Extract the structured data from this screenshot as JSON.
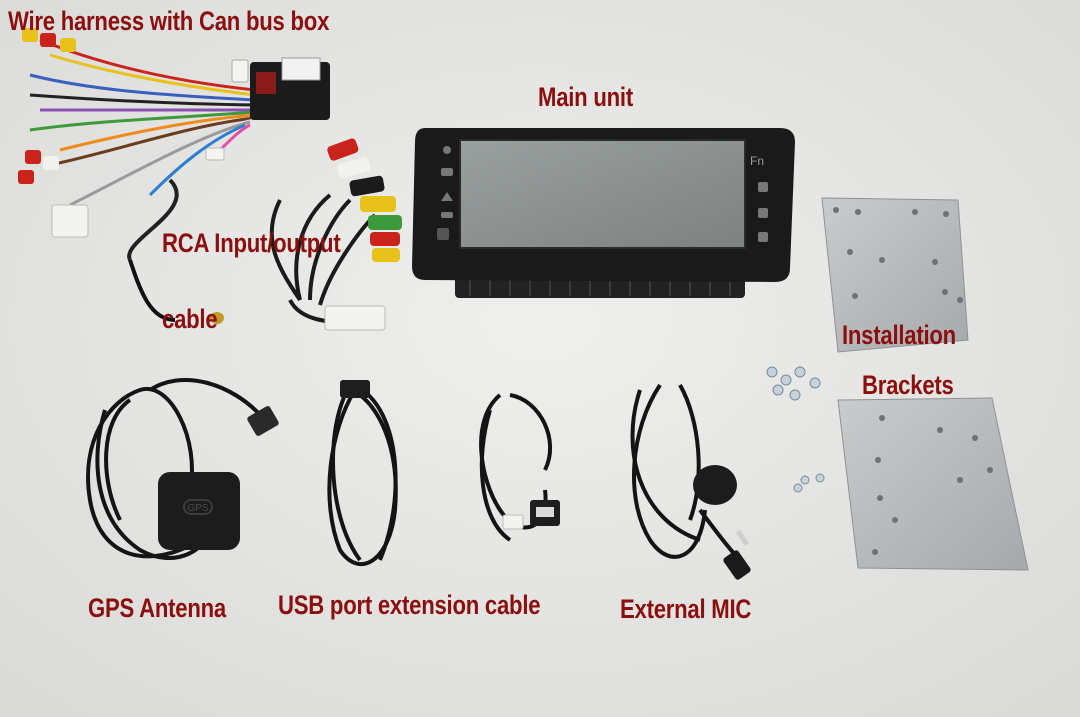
{
  "labels": {
    "wire_harness": "Wire harness with Can bus box",
    "main_unit": "Main unit",
    "rca_line1": "RCA Input/output",
    "rca_line2": "cable",
    "brackets_line1": "Installation",
    "brackets_line2": "Brackets",
    "gps": "GPS Antenna",
    "usb": "USB port extension cable",
    "mic": "External MIC"
  },
  "unit_text": {
    "fn": "Fn",
    "gps_puck": "GPS"
  },
  "colors": {
    "label_text": "#8c0f0f",
    "background": "#e7e7e5",
    "unit_body": "#1a1a1a",
    "screen": "#8e9392",
    "bracket": "#b8bbbd",
    "rca_red": "#c9231c",
    "rca_yellow": "#e8c21a",
    "rca_white": "#f1f1ee",
    "rca_green": "#3c9a3a"
  }
}
